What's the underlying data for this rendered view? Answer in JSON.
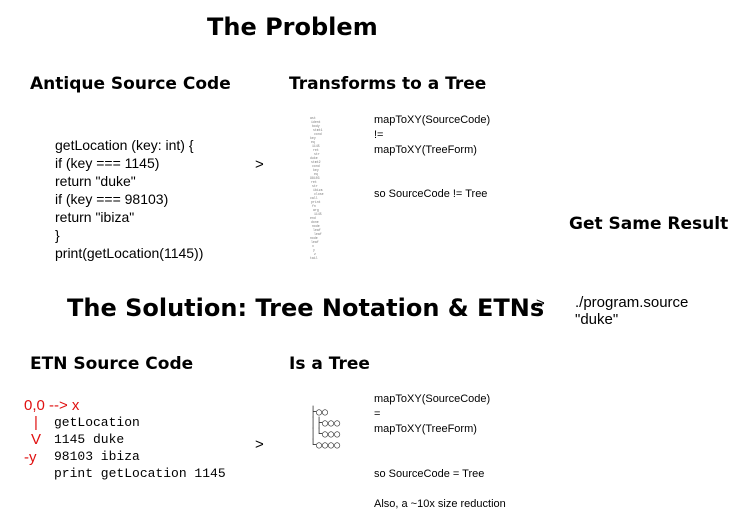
{
  "titles": {
    "problem": "The Problem",
    "solution": "The Solution: Tree Notation & ETNs"
  },
  "problem": {
    "source_heading": "Antique Source Code",
    "tree_heading": "Transforms to a Tree",
    "code_lines": [
      "getLocation (key: int) {",
      " if (key === 1145)",
      " return \"duke\"",
      " if (key === 98103)",
      " return \"ibiza\"",
      "}",
      "print(getLocation(1145))"
    ],
    "arrow": ">",
    "tree_lines": [
      "ast",
      "ident",
      "body",
      "stmt1",
      "cond",
      "key",
      "eq",
      "1145",
      "ret",
      "str",
      "duke",
      "stmt2",
      "cond",
      "key",
      "eq",
      "98103",
      "ret",
      "str",
      "ibiza",
      "close",
      "call",
      "print",
      "fn",
      "arg",
      "1145",
      "end",
      "done",
      "node",
      "leaf",
      "leaf",
      "node",
      "leaf",
      "x",
      "y",
      "z",
      "tail"
    ],
    "note_lines": [
      "mapToXY(SourceCode)",
      "!=",
      "mapToXY(TreeForm)"
    ],
    "conclusion": "so SourceCode != Tree"
  },
  "result": {
    "heading": "Get Same Result",
    "arrow": ">",
    "command": "./program.source",
    "output": "\"duke\""
  },
  "solution": {
    "source_heading": "ETN Source Code",
    "tree_heading": "Is a Tree",
    "axis": {
      "origin": "0,0 --> x",
      "bar": "|",
      "down": "V",
      "y": "-y"
    },
    "code_lines": [
      "getLocation",
      "  1145 duke",
      "  98103 ibiza",
      "print getLocation 1145"
    ],
    "arrow": ">",
    "tree_lines": [
      "├○○",
      "│├○○○",
      "│└○○○",
      "└○○○○"
    ],
    "note_lines": [
      "mapToXY(SourceCode)",
      "=",
      "mapToXY(TreeForm)"
    ],
    "conclusion": "so SourceCode = Tree",
    "extra": "Also, a ~10x size reduction"
  }
}
